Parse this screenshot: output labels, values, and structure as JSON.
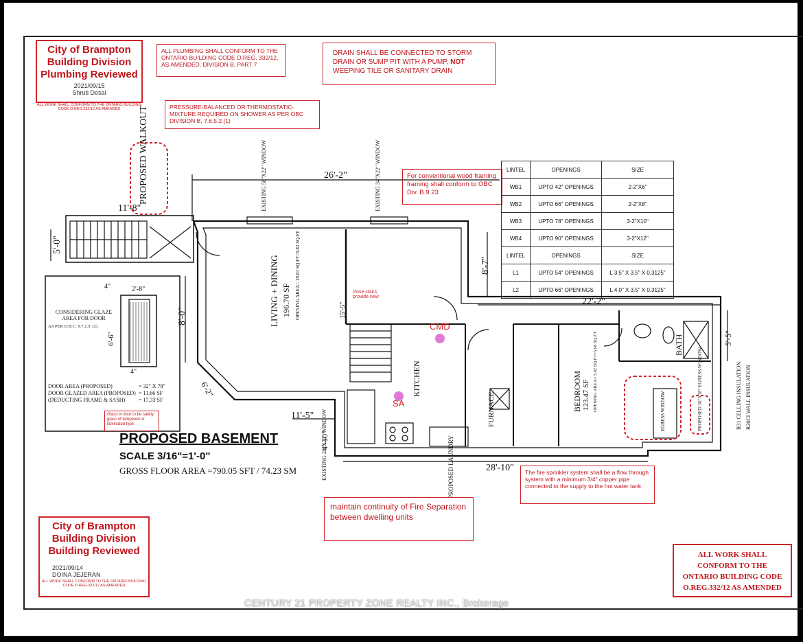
{
  "stamp_plumbing": {
    "line1": "City of Brampton",
    "line2": "Building Division",
    "line3": "Plumbing Reviewed",
    "date": "2021/09/15",
    "name": "Shruti Desai",
    "fine": "ALL WORK SHALL CONFORM TO THE ONTARIO BUILDING CODE O.REG.332/12 AS AMENDED"
  },
  "stamp_building": {
    "line1": "City of Brampton",
    "line2": "Building Division",
    "line3": "Building Reviewed",
    "date": "2021/09/14",
    "name": "DOINA JEJERAN",
    "fine": "ALL WORK SHALL CONFORM TO THE ONTARIO BUILDING CODE O.REG.332/12 AS AMENDED"
  },
  "notes": {
    "plumbing_code": "ALL PLUMBING SHALL CONFORM TO THE ONTARIO BUILDING CODE O.REG. 332/12, AS AMENDED, DIVISION B, PART 7",
    "drain_a": "DRAIN SHALL BE CONNECTED TO STORM DRAIN OR SUMP PIT WITH A PUMP,",
    "drain_not": "NOT",
    "drain_b": "WEEPING TILE OR SANITARY DRAIN",
    "shower": "PRESSURE-BALANCED OR THERMOSTATIC-MIXTURE REQUIRED ON SHOWER AS PER OBC DIVISION B, 7.6.5.2.(1)",
    "wood_framing": "For conventional wood framing framing shall conform to OBC Div. B 9.23",
    "sprinkler": "The fire sprinkler system shall be a flow through system with a minimum 3/4\" copper pipe connected to the supply to the hot water tank",
    "fire_separation": "maintain continuity of Fire Separation between dwelling units",
    "glass_door": "Glass in door to be safety glass of tempered or laminated type",
    "all_work": "ALL WORK SHALL CONFORM TO THE ONTARIO BUILDING CODE O.REG.332/12 AS AMENDED",
    "closet_stairs": "close stairs, provide new"
  },
  "lintel_table": {
    "headers": [
      "LINTEL",
      "OPENINGS",
      "SIZE"
    ],
    "rows": [
      [
        "WB1",
        "UPTO 42\" OPENINGS",
        "2-2\"X6\""
      ],
      [
        "WB2",
        "UPTO 66\" OPENINGS",
        "2-2\"X8\""
      ],
      [
        "WB3",
        "UPTO 78\" OPENINGS",
        "3-2\"X10\""
      ],
      [
        "WB4",
        "UPTO 90\" OPENINGS",
        "3-2\"X12\""
      ]
    ],
    "headers2": [
      "LINTEL",
      "OPENINGS",
      "SIZE"
    ],
    "rows2": [
      [
        "L1",
        "UPTO 54\" OPENINGS",
        "L 3.5\" X 3.5\" X 0.3125\""
      ],
      [
        "L2",
        "UPTO 66\" OPENINGS",
        "L 4.0\" X 3.5\" X 0.3125\""
      ]
    ]
  },
  "door_detail": {
    "title": "CONSIDERING GLAZE AREA FOR DOOR",
    "ref": "AS PER O.B.C. 9.7.2.3. (2)",
    "row1_label": "DOOR AREA (PROPOSED)",
    "row1_value": "= 32\" X 78\"",
    "row2_label": "DOOR GLAZED AREA (PROPOSED)",
    "row2_value": "= 11.66 SF",
    "row3_label": "(DEDUCTING FRAME & SASH)",
    "row3_value": "= 17.33 SF",
    "dim_width": "2'-8\"",
    "dim_height": "6'-6\"",
    "dim_top": "4\"",
    "dim_bottom": "4\""
  },
  "title_block": {
    "title": "PROPOSED BASEMENT",
    "scale": "SCALE  3/16\"=1'-0\"",
    "gross_area": "GROSS FLOOR AREA  =790.05 SFT / 74.23 SM"
  },
  "dimensions": {
    "overall_width": "26'-2\"",
    "walkout_width": "11'-8\"",
    "walkout_depth": "5'-0\"",
    "left_height": "8'-0\"",
    "right_upper": "8'-7\"",
    "rear_width": "22'-2\"",
    "rear_depth": "5'-5\"",
    "front_left": "11'-5\"",
    "front_right": "28'-10\"",
    "front_step": "4'-10\"",
    "bay_angle": "6'-2\"",
    "stair_dim": "15'-5\""
  },
  "rooms": {
    "living": "LIVING + DINING",
    "living_area": "196.70 SF",
    "living_opening": "OPENING AREA= 19.83 SQ.FT=9.83 SQ.FT",
    "kitchen": "KITCHEN",
    "bedroom": "BEDROOM",
    "bedroom_area": "123.47 SF",
    "bedroom_opening": "OPENING AREA= 5.02 SQ.FT=5.08 SQ.FT",
    "bath": "BATH",
    "furnace": "FURNACE",
    "laundry": "PROPOSED LAUNDRY",
    "walkout": "PROPOSED WALKOUT",
    "egress": "EGRESS WINDOW",
    "proposed_egress": "PROPOSED 30\"X38\" EGRESS WINDOW"
  },
  "windows": {
    "existing_1": "EXISTING 58\"X22\" WINDOW",
    "existing_2": "EXISTING 34\"X22\" WINDOW",
    "existing_3": "EXISTING 28\"X22\" WINDOW"
  },
  "insulation": {
    "ceiling": "R31 CELLING INSULATION",
    "wall": "R20CI WALL INSULATION"
  },
  "markers": {
    "cmd": "CMD",
    "sa": "SA"
  },
  "watermark": "CENTURY 21 PROPERTY ZONE REALTY INC., Brokerage",
  "colors": {
    "stamp_red": "#c0141b",
    "marker_pink": "#e07ad6"
  }
}
